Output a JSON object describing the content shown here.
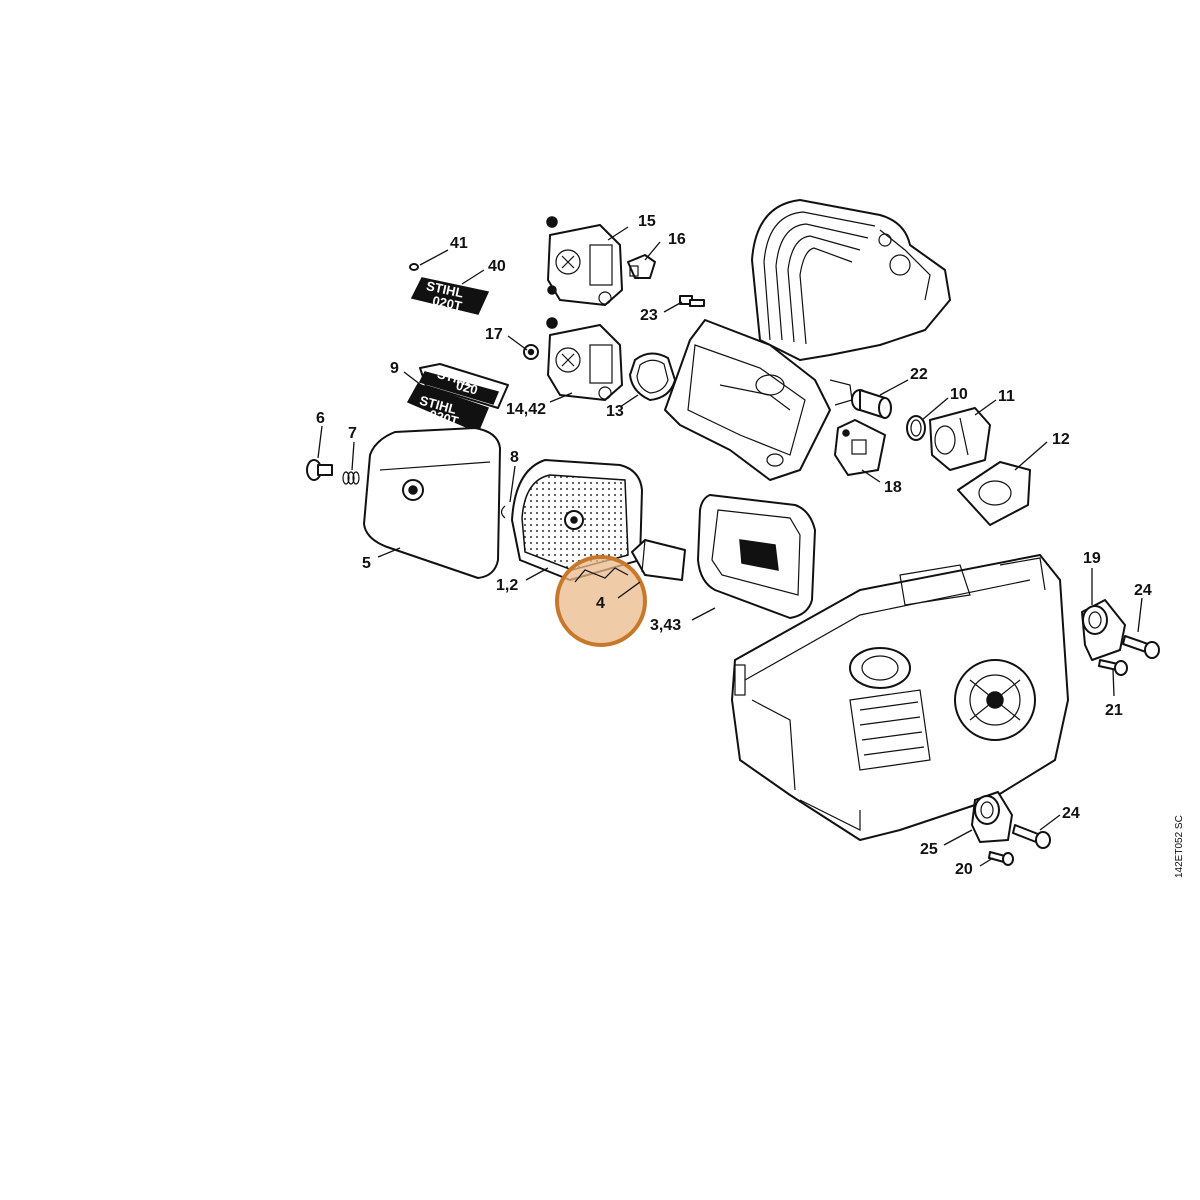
{
  "diagram": {
    "reference_code": "142ET052 SC",
    "highlight_color": "#c8782a",
    "highlighted_label": "4",
    "decals": [
      "STIHL",
      "020T",
      "STIHL",
      "020",
      "STIHL",
      "020T"
    ],
    "labels": {
      "l15": "15",
      "l16": "16",
      "l41": "41",
      "l40": "40",
      "l23": "23",
      "l17": "17",
      "l9": "9",
      "l14_42": "14,42",
      "l13": "13",
      "l22": "22",
      "l10": "10",
      "l11": "11",
      "l12": "12",
      "l18": "18",
      "l6": "6",
      "l7": "7",
      "l8": "8",
      "l5": "5",
      "l1_2": "1,2",
      "l4": "4",
      "l3_43": "3,43",
      "l19": "19",
      "l24a": "24",
      "l21": "21",
      "l24b": "24",
      "l25": "25",
      "l20": "20"
    }
  }
}
